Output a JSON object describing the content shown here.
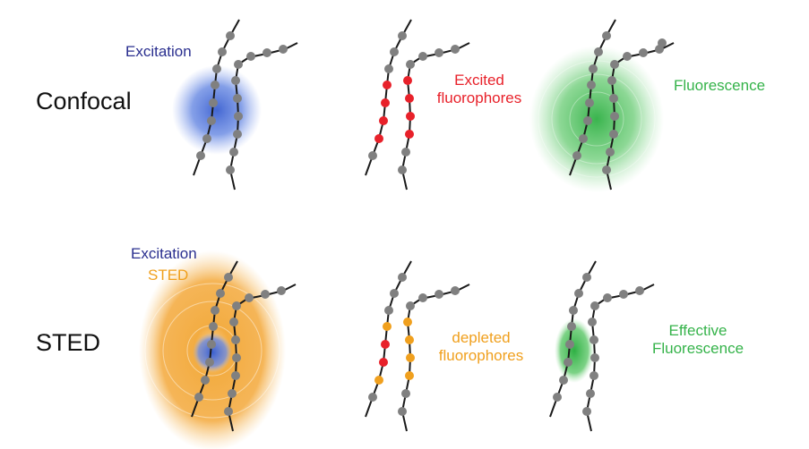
{
  "colors": {
    "excitation": "#2a2f8f",
    "excited": "#e8212a",
    "sted": "#f0a01e",
    "fluorescence": "#35b34a",
    "bead": "#808080",
    "strand": "#1a1a1a"
  },
  "rows": {
    "confocal": {
      "title": "Confocal",
      "excitation_label": "Excitation",
      "excited_label_line1": "Excited",
      "excited_label_line2": "fluorophores",
      "fluorescence_label": "Fluorescence"
    },
    "sted": {
      "title": "STED",
      "excitation_label": "Excitation",
      "sted_label": "STED",
      "depleted_label_line1": "depleted",
      "depleted_label_line2": "fluorophores",
      "effective_label_line1": "Effective",
      "effective_label_line2": "Fluorescence"
    }
  }
}
